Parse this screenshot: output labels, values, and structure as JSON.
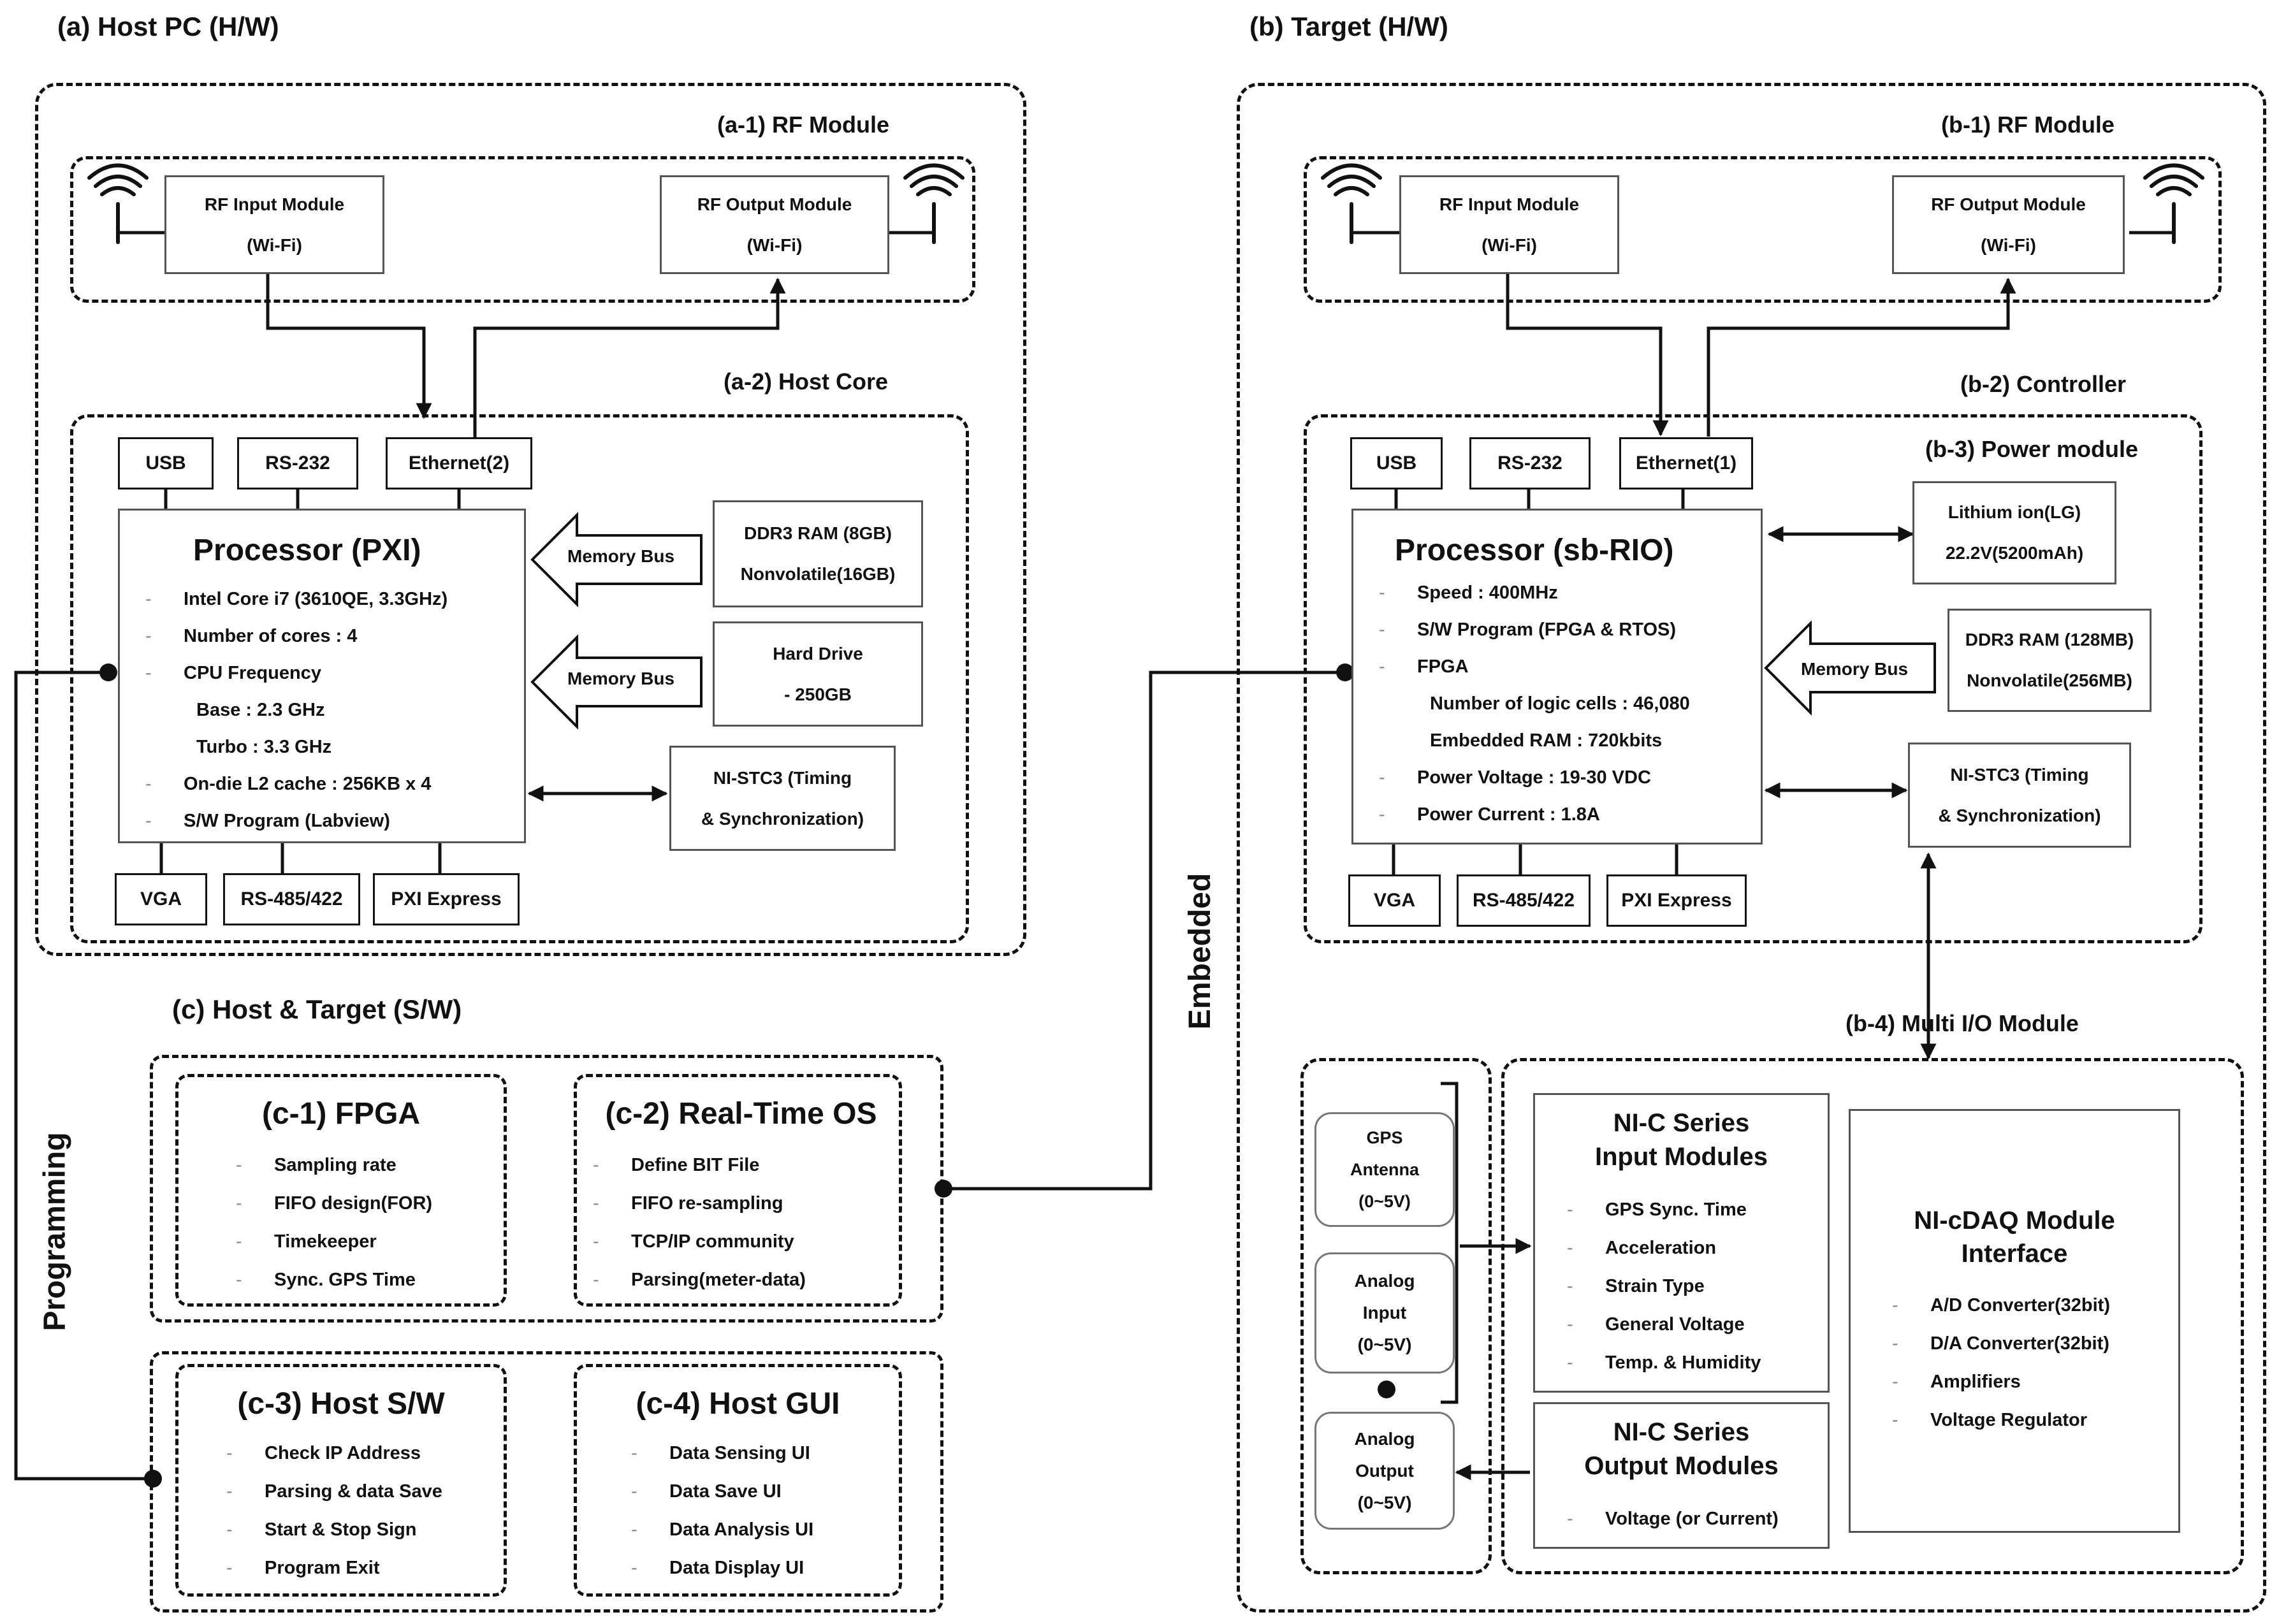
{
  "host": {
    "title": "(a)  Host PC (H/W)",
    "rf_module": {
      "title": "(a-1)  RF Module",
      "input": {
        "line1": "RF Input Module",
        "line2": "(Wi-Fi)"
      },
      "output": {
        "line1": "RF Output Module",
        "line2": "(Wi-Fi)"
      }
    },
    "core": {
      "title": "(a-2) Host Core",
      "top_ports": [
        "USB",
        "RS-232",
        "Ethernet(2)"
      ],
      "bottom_ports": [
        "VGA",
        "RS-485/422",
        "PXI Express"
      ],
      "processor": {
        "title": "Processor (PXI)",
        "items": [
          {
            "text": "Intel Core i7 (3610QE, 3.3GHz)",
            "dash": true
          },
          {
            "text": "Number of cores : 4",
            "dash": true
          },
          {
            "text": "CPU Frequency",
            "dash": true
          },
          {
            "text": "Base : 2.3 GHz",
            "dash": false
          },
          {
            "text": "Turbo : 3.3 GHz",
            "dash": false
          },
          {
            "text": "On-die L2 cache : 256KB x 4",
            "dash": true
          },
          {
            "text": "S/W Program (Labview)",
            "dash": true
          }
        ]
      },
      "memory_bus_1": "Memory Bus",
      "memory_bus_2": "Memory Bus",
      "ram": {
        "line1": "DDR3 RAM (8GB)",
        "line2": "Nonvolatile(16GB)"
      },
      "hdd": {
        "line1": "Hard Drive",
        "line2": "- 250GB"
      },
      "stc": {
        "line1": "NI-STC3 (Timing",
        "line2": "& Synchronization)"
      }
    }
  },
  "target": {
    "title": "(b)  Target (H/W)",
    "rf_module": {
      "title": "(b-1)  RF Module",
      "input": {
        "line1": "RF Input Module",
        "line2": "(Wi-Fi)"
      },
      "output": {
        "line1": "RF Output Module",
        "line2": "(Wi-Fi)"
      }
    },
    "controller": {
      "title": "(b-2) Controller",
      "power_title": "(b-3) Power module",
      "top_ports": [
        "USB",
        "RS-232",
        "Ethernet(1)"
      ],
      "bottom_ports": [
        "VGA",
        "RS-485/422",
        "PXI Express"
      ],
      "processor": {
        "title": "Processor (sb-RIO)",
        "items": [
          {
            "text": "Speed : 400MHz",
            "dash": true
          },
          {
            "text": "S/W Program (FPGA & RTOS)",
            "dash": true
          },
          {
            "text": "FPGA",
            "dash": true
          },
          {
            "text": "Number of logic cells : 46,080",
            "dash": false
          },
          {
            "text": "Embedded RAM : 720kbits",
            "dash": false
          },
          {
            "text": "Power Voltage : 19-30 VDC",
            "dash": true
          },
          {
            "text": "Power Current : 1.8A",
            "dash": true
          }
        ]
      },
      "battery": {
        "line1": "Lithium ion(LG)",
        "line2": "22.2V(5200mAh)"
      },
      "memory_bus": "Memory Bus",
      "ram": {
        "line1": "DDR3 RAM (128MB)",
        "line2": "Nonvolatile(256MB)"
      },
      "stc": {
        "line1": "NI-STC3 (Timing",
        "line2": "& Synchronization)"
      }
    },
    "multi_io": {
      "title": "(b-4) Multi I/O Module",
      "gps": {
        "line1": "GPS",
        "line2": "Antenna",
        "line3": "(0~5V)"
      },
      "analog_in": {
        "line1": "Analog",
        "line2": "Input",
        "line3": "(0~5V)"
      },
      "analog_out": {
        "line1": "Analog",
        "line2": "Output",
        "line3": "(0~5V)"
      },
      "input_modules": {
        "title1": "NI-C Series",
        "title2": "Input Modules",
        "items": [
          "GPS Sync. Time",
          "Acceleration",
          "Strain Type",
          "General Voltage",
          "Temp. & Humidity"
        ]
      },
      "output_modules": {
        "title1": "NI-C Series",
        "title2": "Output Modules",
        "items": [
          "Voltage (or Current)"
        ]
      },
      "cdaq": {
        "title1": "NI-cDAQ Module",
        "title2": "Interface",
        "items": [
          "A/D Converter(32bit)",
          "D/A Converter(32bit)",
          "Amplifiers",
          "Voltage Regulator"
        ]
      }
    }
  },
  "software": {
    "title": "(c)  Host & Target (S/W)",
    "fpga": {
      "title": "(c-1) FPGA",
      "items": [
        "Sampling rate",
        "FIFO design(FOR)",
        "Timekeeper",
        "Sync. GPS Time"
      ]
    },
    "rtos": {
      "title": "(c-2) Real-Time OS",
      "items": [
        "Define BIT File",
        "FIFO re-sampling",
        "TCP/IP community",
        "Parsing(meter-data)"
      ]
    },
    "host_sw": {
      "title": "(c-3) Host S/W",
      "items": [
        "Check IP Address",
        "Parsing & data Save",
        "Start & Stop Sign",
        "Program Exit"
      ]
    },
    "host_gui": {
      "title": "(c-4) Host GUI",
      "items": [
        "Data Sensing UI",
        "Data Save UI",
        "Data Analysis UI",
        "Data Display UI"
      ]
    }
  },
  "labels": {
    "programming": "Programming",
    "embedded": "Embedded"
  }
}
